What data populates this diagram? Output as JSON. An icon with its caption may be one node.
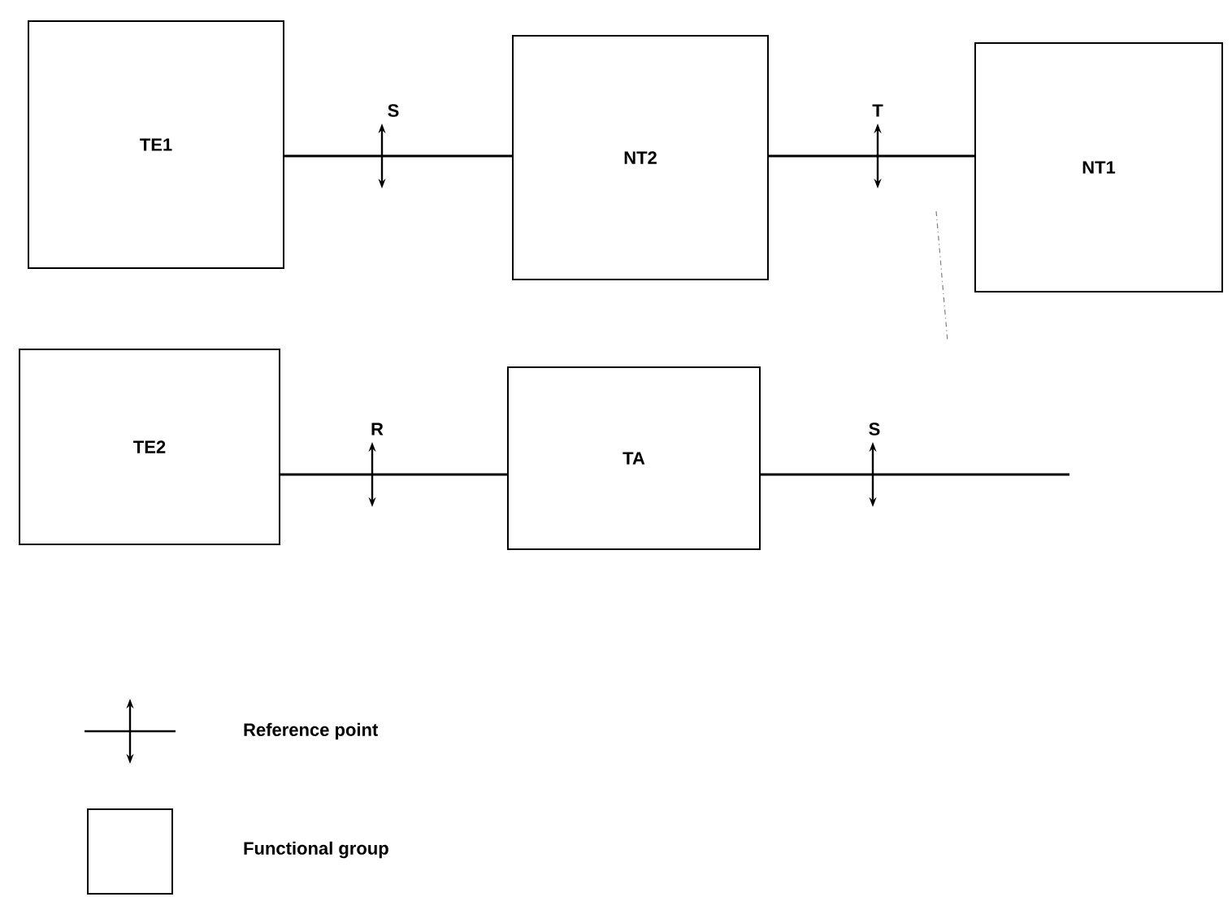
{
  "diagram": {
    "nodes": [
      {
        "text": [
          "TE1"
        ]
      },
      {
        "text": [
          "NT2"
        ]
      },
      {
        "text": [
          "NT1"
        ]
      },
      {
        "text": [
          "TE2"
        ]
      },
      {
        "text": [
          "TA"
        ]
      }
    ],
    "edges": [
      {
        "from": 0,
        "to": 1,
        "arrow": "none",
        "label": "S"
      },
      {
        "from": 1,
        "to": 2,
        "arrow": "none",
        "label": "T"
      },
      {
        "from": 3,
        "to": 4,
        "arrow": "none",
        "label": "R"
      },
      {
        "from": 4,
        "to": null,
        "arrow": "none",
        "label": "S"
      }
    ],
    "legend": [
      {
        "text": "Reference point"
      },
      {
        "text": "Functional group"
      }
    ]
  }
}
